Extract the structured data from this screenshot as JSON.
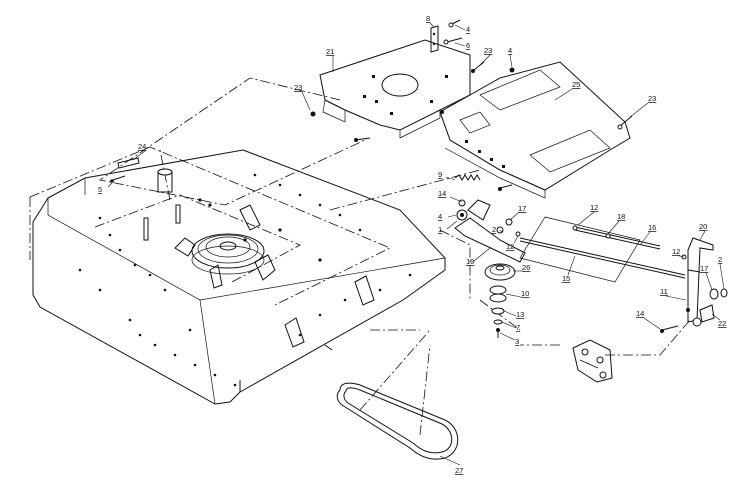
{
  "diagram": {
    "callouts": [
      {
        "id": "c1",
        "label": "8"
      },
      {
        "id": "c2",
        "label": "4"
      },
      {
        "id": "c3",
        "label": "6"
      },
      {
        "id": "c4",
        "label": "21"
      },
      {
        "id": "c5",
        "label": "23"
      },
      {
        "id": "c6",
        "label": "4"
      },
      {
        "id": "c7",
        "label": "23"
      },
      {
        "id": "c8",
        "label": "25"
      },
      {
        "id": "c9",
        "label": "23"
      },
      {
        "id": "c10",
        "label": "24"
      },
      {
        "id": "c11",
        "label": "5"
      },
      {
        "id": "c12",
        "label": "9"
      },
      {
        "id": "c13",
        "label": "14"
      },
      {
        "id": "c14",
        "label": "4"
      },
      {
        "id": "c15",
        "label": "1"
      },
      {
        "id": "c16",
        "label": "17"
      },
      {
        "id": "c17",
        "label": "2"
      },
      {
        "id": "c18",
        "label": "12"
      },
      {
        "id": "c19",
        "label": "12"
      },
      {
        "id": "c20",
        "label": "18"
      },
      {
        "id": "c21",
        "label": "16"
      },
      {
        "id": "c22",
        "label": "20"
      },
      {
        "id": "c23",
        "label": "19"
      },
      {
        "id": "c24",
        "label": "26"
      },
      {
        "id": "c25",
        "label": "15"
      },
      {
        "id": "c26",
        "label": "12"
      },
      {
        "id": "c27",
        "label": "17"
      },
      {
        "id": "c28",
        "label": "2"
      },
      {
        "id": "c29",
        "label": "10"
      },
      {
        "id": "c30",
        "label": "11"
      },
      {
        "id": "c31",
        "label": "13"
      },
      {
        "id": "c32",
        "label": "7"
      },
      {
        "id": "c33",
        "label": "3"
      },
      {
        "id": "c34",
        "label": "14"
      },
      {
        "id": "c35",
        "label": "22"
      },
      {
        "id": "c36",
        "label": "27"
      }
    ]
  }
}
